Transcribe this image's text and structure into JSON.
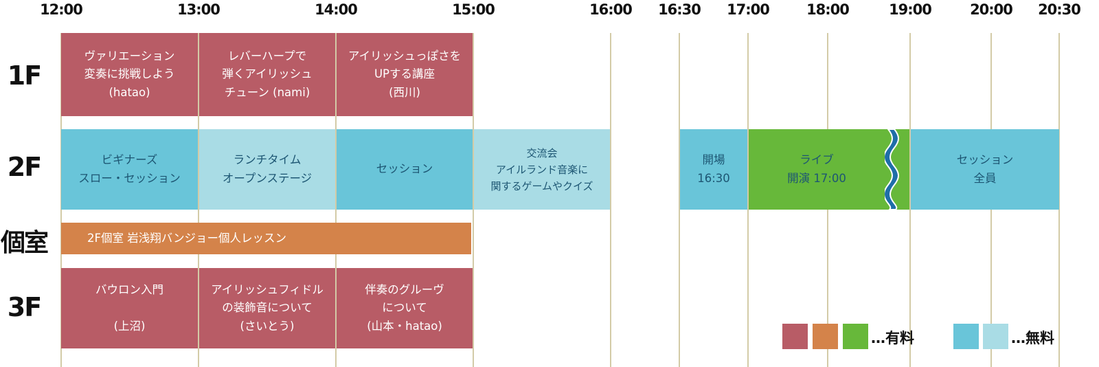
{
  "timeline": {
    "times": [
      "12:00",
      "13:00",
      "14:00",
      "15:00",
      "16:00",
      "16:30",
      "17:00",
      "18:00",
      "19:00",
      "20:00",
      "20:30"
    ]
  },
  "floors": {
    "f1": "1F",
    "f2": "2F",
    "private": "個室",
    "f3": "3F"
  },
  "events": {
    "f1_variation": "ヴァリエーション\n変奏に挑戦しよう\n(hatao)",
    "f1_lever_harp": "レバーハープで\n弾くアイリッシュ\nチューン (nami)",
    "f1_irish_feel": "アイリッシュっぽさを\nUPする講座\n(西川)",
    "f2_beginners": "ビギナーズ\nスロー・セッション",
    "f2_lunchtime": "ランチタイム\nオープンステージ",
    "f2_session": "セッション",
    "f2_social": "交流会\nアイルランド音楽に\n関するゲームやクイズ",
    "f2_doors": "開場\n16:30",
    "f2_live": "ライブ\n開演 17:00",
    "f2_session_all": "セッション\n全員",
    "private_banjo": "2F個室  岩浅翔バンジョー個人レッスン",
    "f3_bodhran": "バウロン入門\n\n(上沼)",
    "f3_fiddle": "アイリッシュフィドル\nの装飾音について\n(さいとう)",
    "f3_groove": "伴奏のグルーヴ\nについて\n(山本・hatao)"
  },
  "legend": {
    "paid_label": "…有料",
    "free_label": "…無料"
  },
  "colors": {
    "paid_red": "#b85c66",
    "paid_orange": "#d4834a",
    "paid_green": "#67b83a",
    "free_blue": "#69c5d9",
    "free_light": "#a9dce5",
    "wave_break": "#1f6ea8",
    "grid_line": "#d3cba7"
  }
}
